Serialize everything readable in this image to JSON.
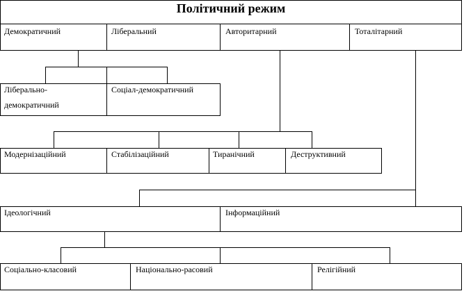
{
  "diagram": {
    "title": "Політичний режим",
    "types": [
      "Демократичний",
      "Ліберальний",
      "Авторитарний",
      "Тоталітарний"
    ],
    "democratic_subtypes": [
      "Ліберально-демократичний",
      "Соціал-демократичний"
    ],
    "authoritarian_subtypes": [
      "Модернізаційний",
      "Стабілізаційний",
      "Тиранічний",
      "Деструктивний"
    ],
    "totalitarian_subtypes": [
      "Ідеологічний",
      "Інформаційний"
    ],
    "ideological_subtypes": [
      "Соціально-класовий",
      "Національно-расовий",
      "Релігійний"
    ]
  }
}
